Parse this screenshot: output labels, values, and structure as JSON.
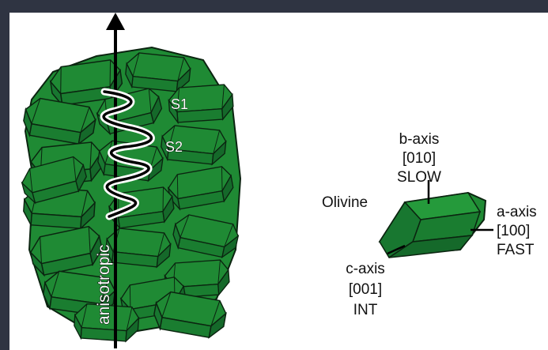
{
  "diagram": {
    "colors": {
      "frame": "#2f3442",
      "background": "#ffffff",
      "crystal_fill": "#1f8a34",
      "crystal_dark": "#15692a",
      "outline": "#0b2410",
      "arrow": "#000000"
    },
    "aggregate": {
      "wave_labels": [
        "S1",
        "S2"
      ],
      "vertical_label": "anisotropic"
    },
    "crystal": {
      "name": "Olivine",
      "axes": [
        {
          "axis": "b-axis",
          "index": "[010]",
          "speed": "SLOW"
        },
        {
          "axis": "a-axis",
          "index": "[100]",
          "speed": "FAST"
        },
        {
          "axis": "c-axis",
          "index": "[001]",
          "speed": "INT"
        }
      ]
    }
  }
}
